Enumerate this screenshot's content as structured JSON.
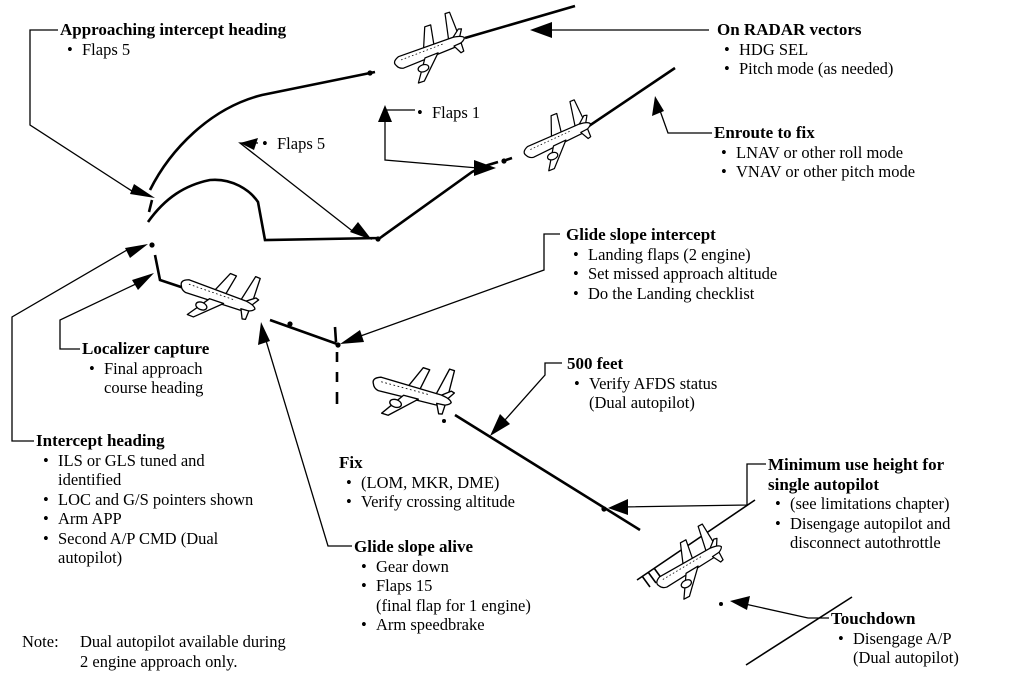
{
  "labels": [
    {
      "id": "approach-intercept",
      "title": "Approaching intercept heading",
      "items": [
        "Flaps 5"
      ]
    },
    {
      "id": "radar-vectors",
      "title": "On RADAR vectors",
      "items": [
        "HDG SEL",
        "Pitch mode (as needed)"
      ]
    },
    {
      "id": "flaps1",
      "title": "",
      "items": [
        "Flaps 1"
      ]
    },
    {
      "id": "flaps5",
      "title": "",
      "items": [
        "Flaps 5"
      ]
    },
    {
      "id": "enroute",
      "title": "Enroute to fix",
      "items": [
        "LNAV or other roll mode",
        "VNAV or other pitch mode"
      ]
    },
    {
      "id": "gs-intercept",
      "title": "Glide slope intercept",
      "items": [
        "Landing flaps (2 engine)",
        "Set missed approach altitude",
        "Do the Landing checklist"
      ]
    },
    {
      "id": "loc-capture",
      "title": "Localizer capture",
      "items": [
        "Final approach\ncourse heading"
      ]
    },
    {
      "id": "500ft",
      "title": "500 feet",
      "items": [
        "Verify AFDS status\n(Dual autopilot)"
      ]
    },
    {
      "id": "intercept-heading",
      "title": "Intercept heading",
      "items": [
        "ILS or GLS tuned and\nidentified",
        "LOC and G/S pointers shown",
        "Arm APP",
        "Second A/P CMD (Dual\nautopilot)"
      ]
    },
    {
      "id": "fix",
      "title": "Fix",
      "items": [
        "(LOM, MKR, DME)",
        "Verify crossing altitude"
      ]
    },
    {
      "id": "min-height",
      "title": "Minimum use height for\nsingle autopilot",
      "items": [
        "(see limitations chapter)",
        "Disengage autopilot and\ndisconnect autothrottle"
      ]
    },
    {
      "id": "gs-alive",
      "title": "Glide slope alive",
      "items": [
        "Gear down",
        "Flaps 15\n(final flap for 1 engine)",
        "Arm speedbrake"
      ]
    },
    {
      "id": "touchdown",
      "title": "Touchdown",
      "items": [
        "Disengage A/P\n(Dual autopilot)"
      ]
    }
  ],
  "note": {
    "head": "Note:",
    "line1": "Dual autopilot available during",
    "line2": "2 engine approach only."
  }
}
